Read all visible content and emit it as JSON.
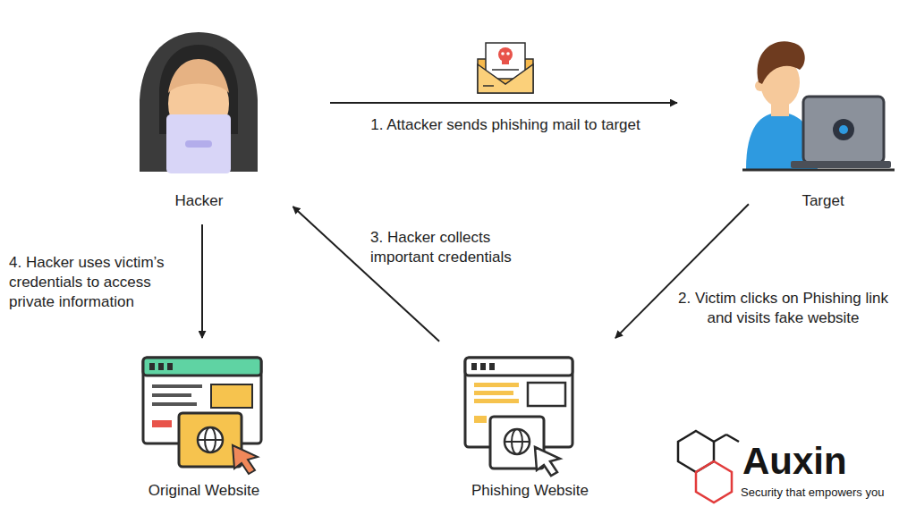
{
  "diagram": {
    "nodes": [
      {
        "text": [
          "Hacker"
        ]
      },
      {
        "text": [
          "Target"
        ]
      },
      {
        "text": [
          "Original Website"
        ]
      },
      {
        "text": [
          "Phishing Website"
        ]
      }
    ],
    "edges": [
      {
        "from": 0,
        "to": 1,
        "arrow": "to",
        "label": "1. Attacker sends phishing mail to target"
      },
      {
        "from": 1,
        "to": 3,
        "arrow": "to",
        "label": "2. Victim clicks on Phishing link and visits fake website"
      },
      {
        "from": 3,
        "to": 0,
        "arrow": "to",
        "label": "3. Hacker collects important credentials"
      },
      {
        "from": 0,
        "to": 2,
        "arrow": "to",
        "label": "4. Hacker uses victim’s credentials to access private information"
      }
    ],
    "labels": [
      "Auxin",
      "Security that empowers you"
    ]
  }
}
